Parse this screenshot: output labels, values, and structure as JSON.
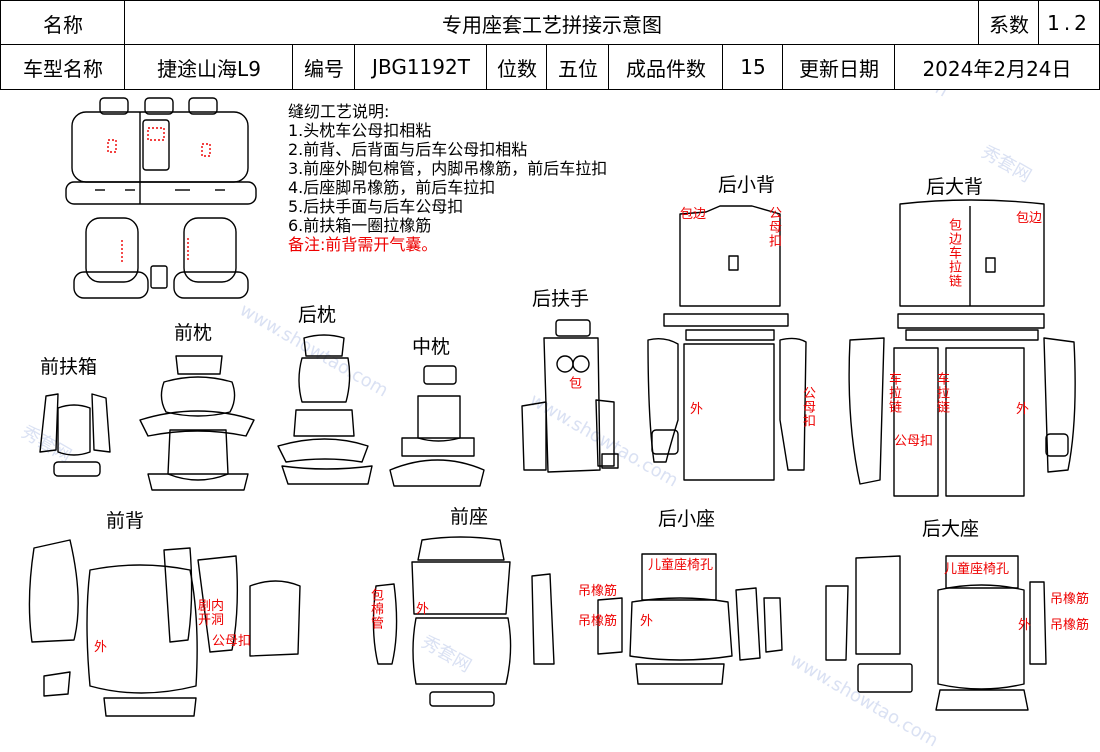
{
  "header": {
    "name_label": "名称",
    "title": "专用座套工艺拼接示意图",
    "coef_label": "系数",
    "coef_value": "1.2",
    "model_label": "车型名称",
    "model_value": "捷途山海L9",
    "code_label": "编号",
    "code_value": "JBG1192T",
    "seats_label": "位数",
    "seats_value": "五位",
    "pieces_label": "成品件数",
    "pieces_value": "15",
    "update_label": "更新日期",
    "update_value": "2024年2月24日"
  },
  "notes": {
    "title": "缝纫工艺说明:",
    "items": [
      "1.头枕车公母扣相粘",
      "2.前背、后背面与后车公母扣相粘",
      "3.前座外脚包棉管，内脚吊橡筋，前后车拉扣",
      "4.后座脚吊橡筋，前后车拉扣",
      "5.后扶手面与后车公母扣",
      "6.前扶箱一圈拉橡筋"
    ],
    "remark": "备注:前背需开气囊。"
  },
  "sections": {
    "rear_small_back": "后小背",
    "rear_big_back": "后大背",
    "rear_armrest": "后扶手",
    "rear_pillow": "后枕",
    "mid_pillow": "中枕",
    "front_pillow": "前枕",
    "front_armbox": "前扶箱",
    "front_back": "前背",
    "front_seat": "前座",
    "rear_small_seat": "后小座",
    "rear_big_seat": "后大座"
  },
  "red_labels": {
    "baobian": "包边",
    "gongmukou": "公母扣",
    "baobian_chelalian": "包边车拉链",
    "wai": "外",
    "chelalian": "车拉链",
    "gongmukou_h": "公母扣",
    "bao": "包",
    "neiceng": "剧内开洞",
    "baomianguan": "包棉管",
    "diaoxiangjin": "吊橡筋",
    "child_seat_hole": "儿童座椅孔"
  },
  "watermark": {
    "text1": "秀套网",
    "text2": "www.showtao.com"
  }
}
